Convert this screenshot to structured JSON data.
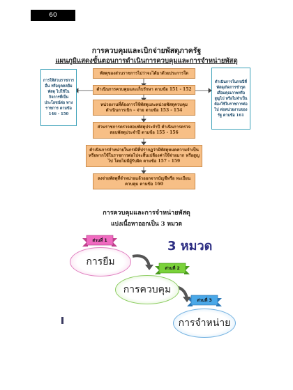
{
  "page_number": "60",
  "title": "การควบคุมและเบิกจ่ายพัสดุภาครัฐ",
  "subtitle": "แผนภูมิแสดงขั้นตอนการดำเนินการควบคุมและการจำหน่ายพัสดุ",
  "flow": {
    "left_box": "การให้ส่วนราชการอื่น หรือบุคคลยืมพัสดุ ไปใช้ในกิจการที่เป็น ประโยชน์ต่อ ทางราชการ ตามข้อ 146 - 150",
    "right_box": "ดำเนินการในกรณีที่ พัสดุเกิดการชำรุด เสื่อมคุณภาพหรือ สูญไป หรือไม่จำเป็น ต้องใช้ในราชการต่อไป ต่อหน่วยงานของรัฐ ตามข้อ 161",
    "steps": [
      "พัสดุของส่วนราชการไม่ว่าจะได้มาด้วยประการใด",
      "ดำเนินการควบคุมและเก็บรักษา ตามข้อ 151 - 152",
      "หน่วยงานที่ต้องการใช้พัสดุและหน่วยพัสดุควบคุม ดำเนินการเบิก – จ่าย ตามข้อ 153 - 154",
      "ส่วนราชการตรวจสอบพัสดุประจำปี ดำเนินการตรวจสอบพัสดุประจำปี ตามข้อ 155 - 156",
      "ดำเนินการจำหน่ายในกรณีที่ปรากฏว่ามีพัสดุหมดความจำเป็น หรือหากใช้ในราชการต่อไปจะสิ้นเปลืองค่าใช้จ่ายมาก หรือสูญไป โดยไม่มีผู้รับผิด ตามข้อ 157 - 159",
      "ลงจ่ายพัสดุที่จำหน่ายแล้วออกจากบัญชีหรือ ทะเบียนควบคุม ตามข้อ 160"
    ]
  },
  "section2": {
    "title": "การควบคุมและการจำหน่ายพัสดุ",
    "subtitle": "แบ่งเนื้อหาออกเป็น 3 หมวด",
    "count_label": "3 หมวด",
    "parts": [
      {
        "tag": "ส่วนที่ 1",
        "name": "การยืม"
      },
      {
        "tag": "ส่วนที่ 2",
        "name": "การควบคุม"
      },
      {
        "tag": "ส่วนที่ 3",
        "name": "การจำหน่าย"
      }
    ]
  },
  "colors": {
    "flow_box": "#f7bf86",
    "side_box_border": "#3aa0b8",
    "count_label": "#2d2e83",
    "tag1": "#f06ac0",
    "tag2": "#7ad23a",
    "tag3": "#4aa8e8"
  }
}
